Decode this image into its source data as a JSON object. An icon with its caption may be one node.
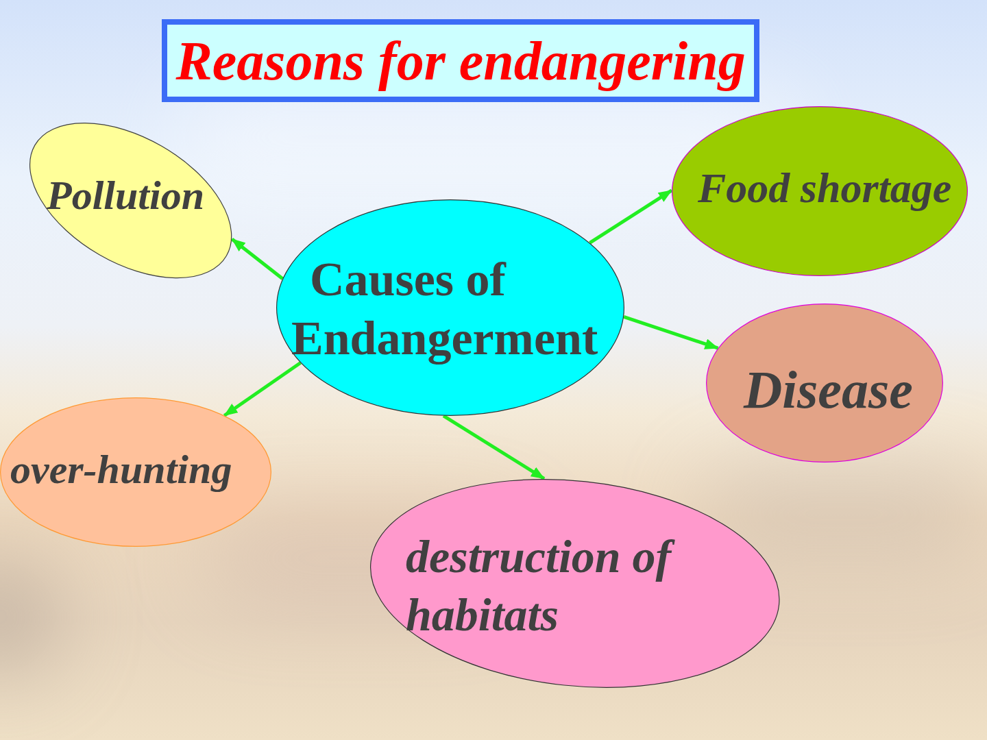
{
  "diagram": {
    "title": "Reasons for endangering",
    "nodes": [
      {
        "text": [
          "Pollution"
        ]
      },
      {
        "text": [
          "Food shortage"
        ]
      },
      {
        "text": [
          "Causes of Endangerment"
        ]
      },
      {
        "text": [
          "Disease"
        ]
      },
      {
        "text": [
          "over-hunting"
        ]
      },
      {
        "text": [
          "destruction of habitats"
        ]
      }
    ],
    "edges": [
      {
        "from": 2,
        "to": 0,
        "arrow": "to"
      },
      {
        "from": 2,
        "to": 1,
        "arrow": "to"
      },
      {
        "from": 2,
        "to": 3,
        "arrow": "to"
      },
      {
        "from": 2,
        "to": 4,
        "arrow": "to"
      },
      {
        "from": 2,
        "to": 5,
        "arrow": "to"
      }
    ]
  }
}
